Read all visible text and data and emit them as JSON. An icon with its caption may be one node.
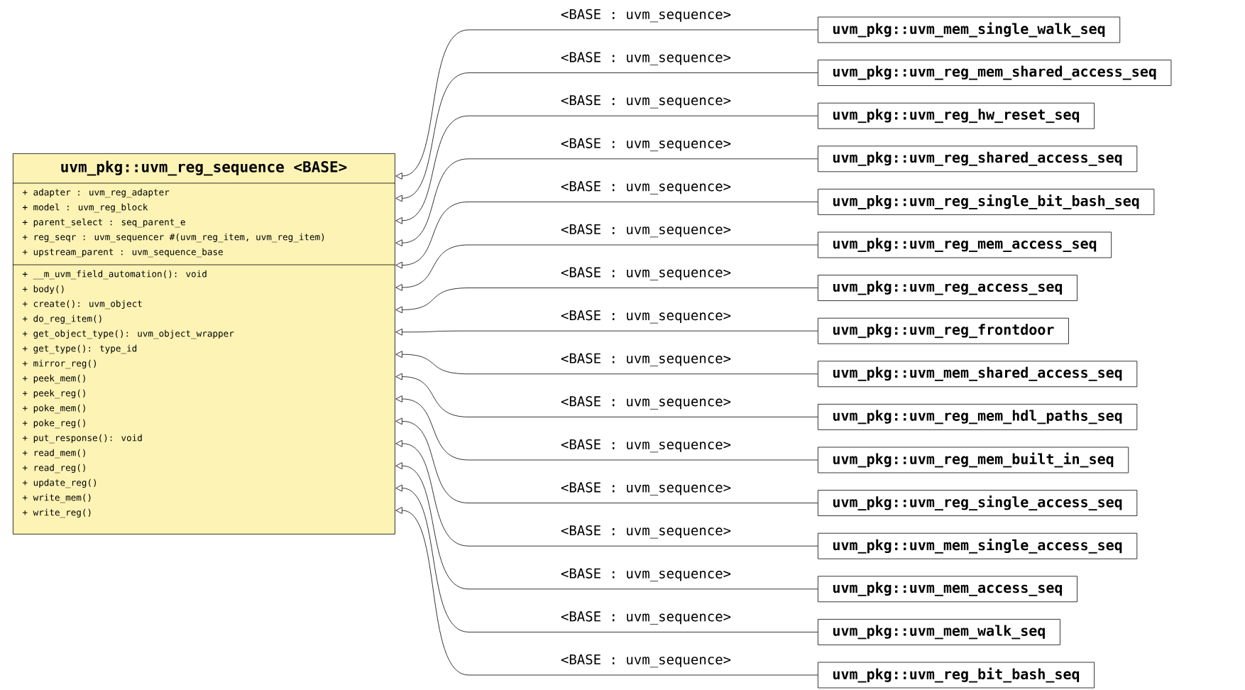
{
  "diagram": {
    "nodes": [
      {
        "text": [
          "uvm_pkg::uvm_reg_sequence <BASE>",
          "+ adapter : uvm_reg_adapter",
          "+ model : uvm_reg_block",
          "+ parent_select : seq_parent_e",
          "+ reg_seqr : uvm_sequencer #(uvm_reg_item, uvm_reg_item)",
          "+ upstream_parent : uvm_sequence_base",
          "+ __m_uvm_field_automation(): void",
          "+ body()",
          "+ create(): uvm_object",
          "+ do_reg_item()",
          "+ get_object_type(): uvm_object_wrapper",
          "+ get_type(): type_id",
          "+ mirror_reg()",
          "+ peek_mem()",
          "+ peek_reg()",
          "+ poke_mem()",
          "+ poke_reg()",
          "+ put_response(): void",
          "+ read_mem()",
          "+ read_reg()",
          "+ update_reg()",
          "+ write_mem()",
          "+ write_reg()"
        ]
      },
      {
        "text": [
          "uvm_pkg::uvm_mem_single_walk_seq"
        ]
      },
      {
        "text": [
          "uvm_pkg::uvm_reg_mem_shared_access_seq"
        ]
      },
      {
        "text": [
          "uvm_pkg::uvm_reg_hw_reset_seq"
        ]
      },
      {
        "text": [
          "uvm_pkg::uvm_reg_shared_access_seq"
        ]
      },
      {
        "text": [
          "uvm_pkg::uvm_reg_single_bit_bash_seq"
        ]
      },
      {
        "text": [
          "uvm_pkg::uvm_reg_mem_access_seq"
        ]
      },
      {
        "text": [
          "uvm_pkg::uvm_reg_access_seq"
        ]
      },
      {
        "text": [
          "uvm_pkg::uvm_reg_frontdoor"
        ]
      },
      {
        "text": [
          "uvm_pkg::uvm_mem_shared_access_seq"
        ]
      },
      {
        "text": [
          "uvm_pkg::uvm_reg_mem_hdl_paths_seq"
        ]
      },
      {
        "text": [
          "uvm_pkg::uvm_reg_mem_built_in_seq"
        ]
      },
      {
        "text": [
          "uvm_pkg::uvm_reg_single_access_seq"
        ]
      },
      {
        "text": [
          "uvm_pkg::uvm_mem_single_access_seq"
        ]
      },
      {
        "text": [
          "uvm_pkg::uvm_mem_access_seq"
        ]
      },
      {
        "text": [
          "uvm_pkg::uvm_mem_walk_seq"
        ]
      },
      {
        "text": [
          "uvm_pkg::uvm_reg_bit_bash_seq"
        ]
      }
    ],
    "edges": [
      {
        "from": 1,
        "to": 0,
        "arrow": "to",
        "label": "<BASE : uvm_sequence>"
      },
      {
        "from": 2,
        "to": 0,
        "arrow": "to",
        "label": "<BASE : uvm_sequence>"
      },
      {
        "from": 3,
        "to": 0,
        "arrow": "to",
        "label": "<BASE : uvm_sequence>"
      },
      {
        "from": 4,
        "to": 0,
        "arrow": "to",
        "label": "<BASE : uvm_sequence>"
      },
      {
        "from": 5,
        "to": 0,
        "arrow": "to",
        "label": "<BASE : uvm_sequence>"
      },
      {
        "from": 6,
        "to": 0,
        "arrow": "to",
        "label": "<BASE : uvm_sequence>"
      },
      {
        "from": 7,
        "to": 0,
        "arrow": "to",
        "label": "<BASE : uvm_sequence>"
      },
      {
        "from": 8,
        "to": 0,
        "arrow": "to",
        "label": "<BASE : uvm_sequence>"
      },
      {
        "from": 9,
        "to": 0,
        "arrow": "to",
        "label": "<BASE : uvm_sequence>"
      },
      {
        "from": 10,
        "to": 0,
        "arrow": "to",
        "label": "<BASE : uvm_sequence>"
      },
      {
        "from": 11,
        "to": 0,
        "arrow": "to",
        "label": "<BASE : uvm_sequence>"
      },
      {
        "from": 12,
        "to": 0,
        "arrow": "to",
        "label": "<BASE : uvm_sequence>"
      },
      {
        "from": 13,
        "to": 0,
        "arrow": "to",
        "label": "<BASE : uvm_sequence>"
      },
      {
        "from": 14,
        "to": 0,
        "arrow": "to",
        "label": "<BASE : uvm_sequence>"
      },
      {
        "from": 15,
        "to": 0,
        "arrow": "to",
        "label": "<BASE : uvm_sequence>"
      },
      {
        "from": 16,
        "to": 0,
        "arrow": "to",
        "label": "<BASE : uvm_sequence>"
      }
    ]
  }
}
